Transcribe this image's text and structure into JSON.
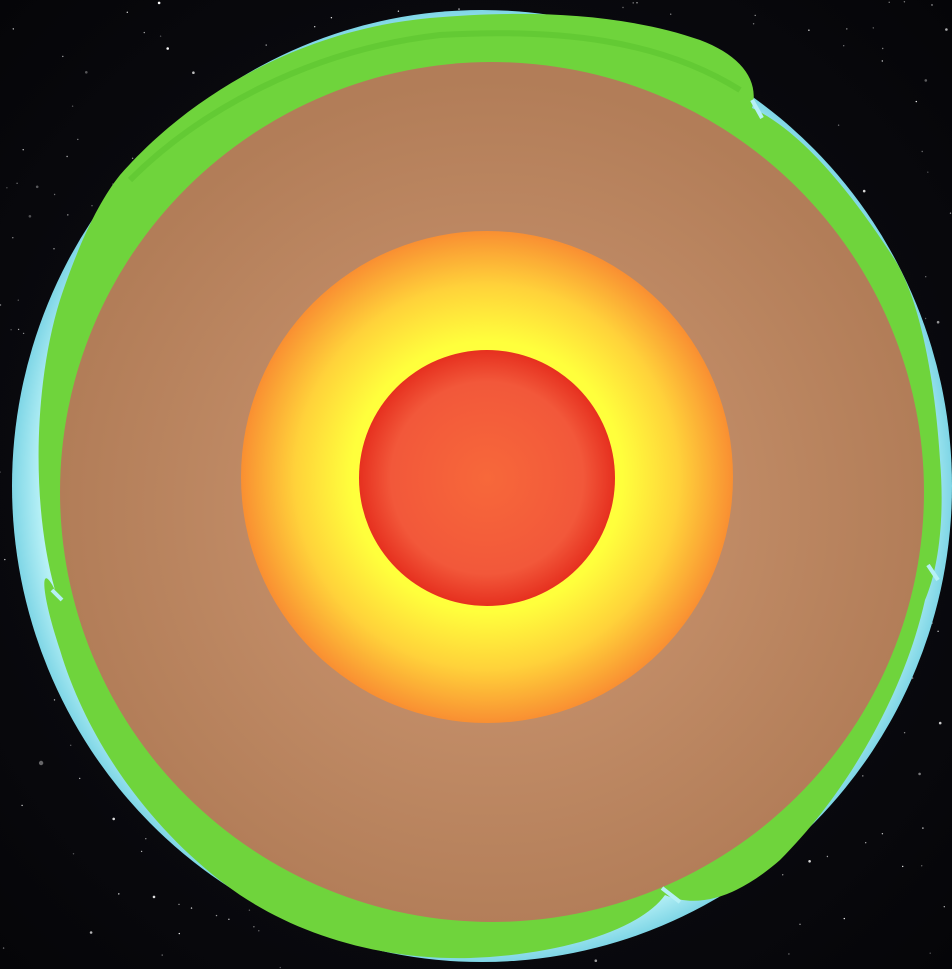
{
  "diagram": {
    "subject": "earth-layers-cross-section",
    "background": "starfield",
    "layers": [
      {
        "id": "atmosphere",
        "color": "#8ee2ee"
      },
      {
        "id": "crust",
        "color": "#6fd43c"
      },
      {
        "id": "mantle",
        "color": "#c08a62"
      },
      {
        "id": "outer-core",
        "color": "#ffef3a"
      },
      {
        "id": "inner-core",
        "color": "#f0502a"
      }
    ],
    "colors": {
      "space": "#08080c",
      "atmosphere": "#8ee2ee",
      "crust": "#6fd43c",
      "crust_dark": "#5cc32e",
      "mantle_center": "#d09a74",
      "mantle_edge": "#b27d58",
      "outer_core_center": "#ffff3c",
      "outer_core_mid": "#ffd23a",
      "outer_core_edge": "#f98f32",
      "inner_core_center": "#f7683a",
      "inner_core_edge": "#e6301f"
    }
  }
}
